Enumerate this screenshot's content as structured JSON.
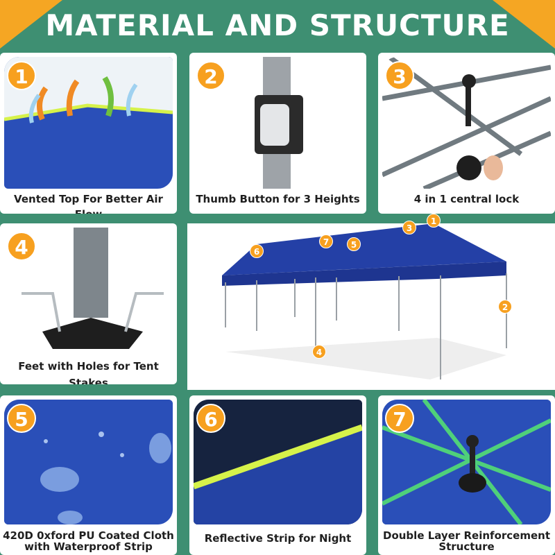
{
  "header": {
    "title": "MATERIAL AND STRUCTURE"
  },
  "features": [
    {
      "number": "1",
      "caption": "Vented Top For Better Air Flow"
    },
    {
      "number": "2",
      "caption": "Thumb Button for 3 Heights"
    },
    {
      "number": "3",
      "caption": "4 in 1 central lock"
    },
    {
      "number": "4",
      "caption": "Feet with Holes for Tent Stakes"
    },
    {
      "number": "5",
      "caption": "420D 0xford PU Coated Cloth with Waterproof Strip"
    },
    {
      "number": "6",
      "caption": "Reflective Strip for Night"
    },
    {
      "number": "7",
      "caption": "Double Layer Reinforcement Structure"
    }
  ],
  "diagram_markers": [
    "1",
    "2",
    "3",
    "4",
    "5",
    "6",
    "7"
  ],
  "colors": {
    "background": "#3e8f72",
    "accent": "#f7a01f",
    "canopy": "#2747a8",
    "reflective": "#d6f24a"
  }
}
